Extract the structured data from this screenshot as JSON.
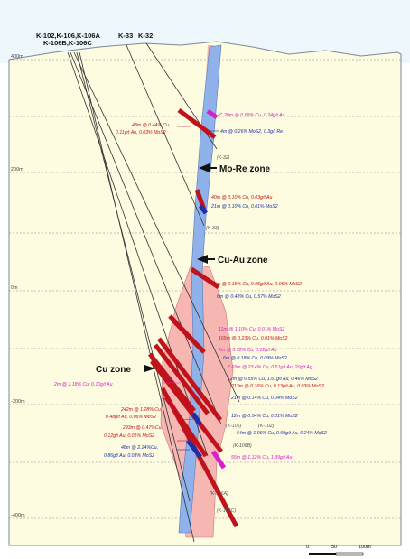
{
  "colors": {
    "sky": "#eef7fb",
    "ground": "#fdfbe0",
    "zone": "#f6b7b3",
    "dyke": "#8fb2ea",
    "lode": "#c0121a",
    "intercept_red": "#c0121a",
    "intercept_blue": "#1c2fa8",
    "intercept_magenta": "#d81fc8",
    "hole": "#333333"
  },
  "collars": {
    "group_line1": "K-102,K-106,K-106A",
    "group_line2": "K-106B,K-106C",
    "k33": "K-33",
    "k32": "K-32"
  },
  "elevations": {
    "e400": "400m",
    "e200": "200m",
    "e0": "0m",
    "em200": "-200m",
    "em400": "-400m"
  },
  "zones": {
    "mo_re": "Mo-Re zone",
    "cu_au": "Cu-Au zone",
    "cu": "Cu zone"
  },
  "intercepts": {
    "i1": "20m @ 0.99% Cu, 0.24g/t Au",
    "i2a": "48m @ 0.44% Cu,",
    "i2b": "0.11g/t Au, 0.03% MoS2",
    "i3": "4m @ 0.26% MoS2, 0.3g/t Re",
    "i4": "40m @ 0.10% Cu, 0.03g/t Au",
    "i5": "21m @ 0.10% Cu, 0.01% MoS2",
    "i6": "66m @ 0.15% Cu, 0.05g/t Au, 0.06% MoS2",
    "i7": "6m @ 0.48% Cu, 0.57% MoS2",
    "i8": "11m @ 1.10% Cu, 0.01% MoS2",
    "i9": "165m @ 0.23% Cu, 0.01% MoS2",
    "i10": "2m @ 0.72% Cu, 0.12g/t Au",
    "i11": "6m @ 0.18% Cu, 0.09% MoS2",
    "i12": "7.65m @ 23.4% Cu, 0.51g/t Au, 20g/t Ag",
    "i13": "12m @ 0.55% Cu, 1.61g/t Au, 0.46% MoS2",
    "i14": "213m @ 0.16% Cu, 0.13g/t Au, 0.03% MoS2",
    "i15": "2m @ 1.18% Cu, 0.10g/t Au",
    "i16": "21m @ 0.14% Cu, 0.04% MoS2",
    "i17a": "242m @ 1.28% Cu,",
    "i17b": "0.48g/t Au, 0.06% MoS2",
    "i18": "12m @ 0.54% Cu, 0.01% MoS2",
    "i19a": "293m @ 0.47%Cu,",
    "i19b": "0.12g/t Au, 0.01% MoS2",
    "i20": "54m @ 1.06% Cu, 0.69g/t Au, 0.24% MoS2",
    "i21a": "48m @ 2.24%Cu,",
    "i21b": "0.86g/t Au, 0.03% MoS2",
    "i22": "55m @ 1.12% Cu, 1.39g/t Au"
  },
  "hole_labels": {
    "k32": "(K-32)",
    "k33": "(K-33)",
    "k106": "(K-106)",
    "k102": "(K-102)",
    "k106b": "(K-106B)",
    "k106a": "(K-106A)",
    "k106c": "(K-106C)"
  },
  "scale": {
    "s0": "0",
    "s50": "50",
    "s100": "100m"
  }
}
